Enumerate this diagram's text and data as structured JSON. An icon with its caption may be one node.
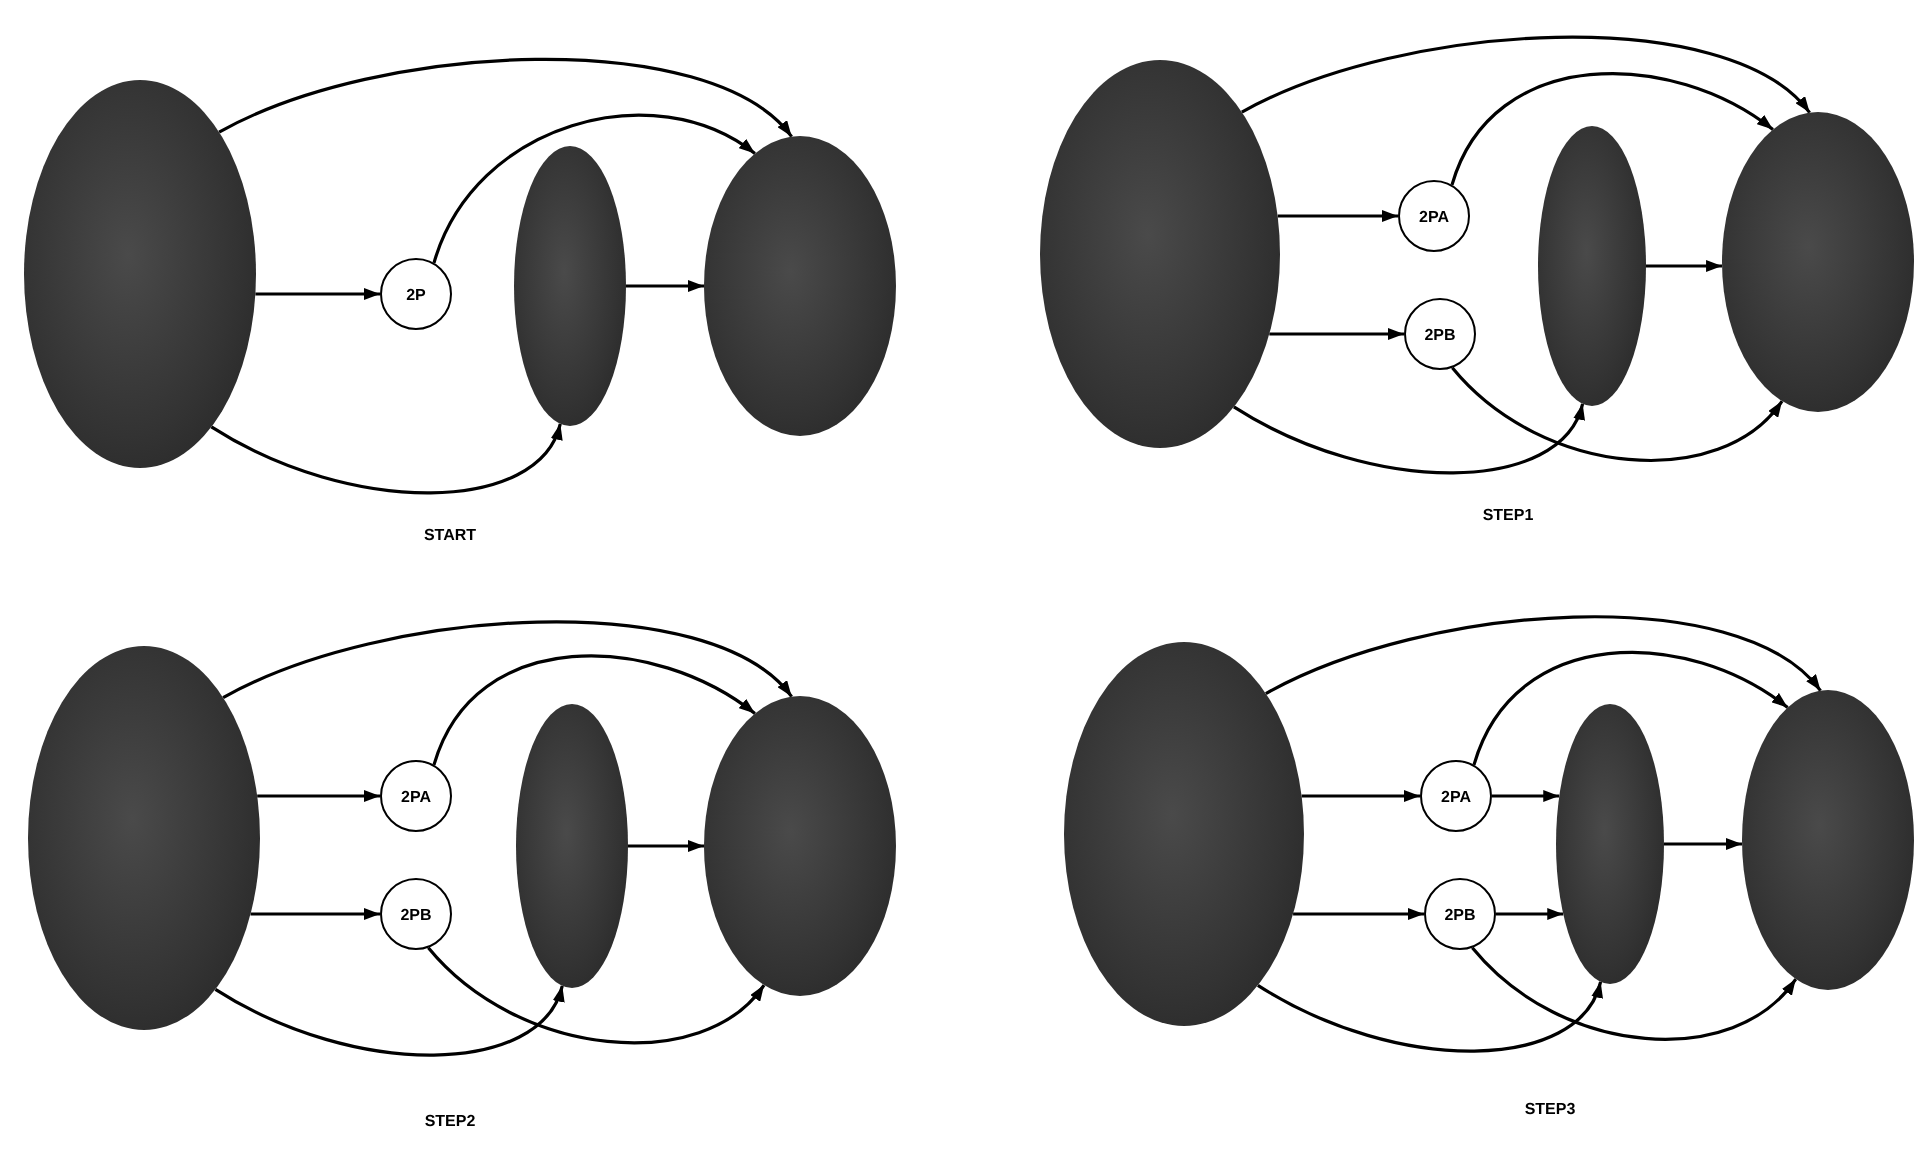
{
  "diagram": {
    "nodes": [
      {
        "text": [],
        "shape": "ellipse"
      },
      {
        "text": [
          "2P"
        ]
      },
      {
        "text": [],
        "shape": "ellipse"
      },
      {
        "text": [],
        "shape": "ellipse"
      },
      {
        "text": [],
        "shape": "ellipse"
      },
      {
        "text": [
          "2PA"
        ]
      },
      {
        "text": [
          "2PB"
        ]
      },
      {
        "text": [],
        "shape": "ellipse"
      },
      {
        "text": [],
        "shape": "ellipse"
      },
      {
        "text": [],
        "shape": "ellipse"
      },
      {
        "text": [
          "2PA"
        ]
      },
      {
        "text": [
          "2PB"
        ]
      },
      {
        "text": [],
        "shape": "ellipse"
      },
      {
        "text": [],
        "shape": "ellipse"
      },
      {
        "text": [],
        "shape": "ellipse"
      },
      {
        "text": [
          "2PA"
        ]
      },
      {
        "text": [
          "2PB"
        ]
      },
      {
        "text": [],
        "shape": "ellipse"
      },
      {
        "text": [],
        "shape": "ellipse"
      }
    ],
    "edges": [
      {
        "from": 0,
        "to": 3,
        "arrow": "to"
      },
      {
        "from": 0,
        "to": 1,
        "arrow": "to"
      },
      {
        "from": 1,
        "to": 3,
        "arrow": "to"
      },
      {
        "from": 0,
        "to": 2,
        "arrow": "to"
      },
      {
        "from": 2,
        "to": 3,
        "arrow": "to"
      },
      {
        "from": 4,
        "to": 8,
        "arrow": "to"
      },
      {
        "from": 4,
        "to": 5,
        "arrow": "to"
      },
      {
        "from": 4,
        "to": 6,
        "arrow": "to"
      },
      {
        "from": 5,
        "to": 8,
        "arrow": "to"
      },
      {
        "from": 4,
        "to": 7,
        "arrow": "to"
      },
      {
        "from": 6,
        "to": 8,
        "arrow": "to"
      },
      {
        "from": 7,
        "to": 8,
        "arrow": "to"
      },
      {
        "from": 9,
        "to": 13,
        "arrow": "to"
      },
      {
        "from": 9,
        "to": 10,
        "arrow": "to"
      },
      {
        "from": 9,
        "to": 11,
        "arrow": "to"
      },
      {
        "from": 10,
        "to": 13,
        "arrow": "to"
      },
      {
        "from": 9,
        "to": 12,
        "arrow": "to"
      },
      {
        "from": 11,
        "to": 13,
        "arrow": "to"
      },
      {
        "from": 12,
        "to": 13,
        "arrow": "to"
      },
      {
        "from": 14,
        "to": 18,
        "arrow": "to"
      },
      {
        "from": 14,
        "to": 15,
        "arrow": "to"
      },
      {
        "from": 14,
        "to": 16,
        "arrow": "to"
      },
      {
        "from": 15,
        "to": 18,
        "arrow": "to"
      },
      {
        "from": 15,
        "to": 17,
        "arrow": "to"
      },
      {
        "from": 14,
        "to": 17,
        "arrow": "to"
      },
      {
        "from": 16,
        "to": 18,
        "arrow": "to"
      },
      {
        "from": 16,
        "to": 17,
        "arrow": "to"
      },
      {
        "from": 17,
        "to": 18,
        "arrow": "to"
      }
    ],
    "labels": [
      "START",
      "STEP1",
      "STEP2",
      "STEP3"
    ]
  }
}
